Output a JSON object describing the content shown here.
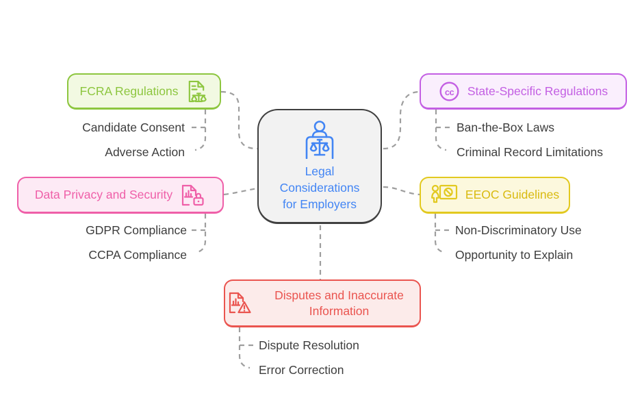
{
  "diagram": {
    "background": "#ffffff",
    "connector_color": "#9e9e9e",
    "leaf_text_color": "#3d3d3d",
    "center": {
      "title": "Legal Considerations for Employers",
      "icon": "person-scales-icon",
      "text_color": "#4285f4",
      "fill": "#f2f2f2",
      "border_color": "#404040"
    },
    "branches": [
      {
        "label": "FCRA Regulations",
        "icon": "document-scales-icon",
        "color": "#8dc63f",
        "text_color": "#8dc63f",
        "fill": "#f2f9e2",
        "children": [
          "Candidate Consent",
          "Adverse Action"
        ]
      },
      {
        "label": "State-Specific Regulations",
        "icon": "cc-circle-icon",
        "color": "#c35fe3",
        "text_color": "#c35fe3",
        "fill": "#faeffd",
        "children": [
          "Ban-the-Box Laws",
          "Criminal Record Limitations"
        ]
      },
      {
        "label": "Data Privacy and Security",
        "icon": "chart-lock-icon",
        "color": "#ef5fa8",
        "text_color": "#ef5fa8",
        "fill": "#fdeaf5",
        "children": [
          "GDPR Compliance",
          "CCPA Compliance"
        ]
      },
      {
        "label": "EEOC Guidelines",
        "icon": "presenter-board-icon",
        "color": "#e2c91f",
        "text_color": "#d9ba10",
        "fill": "#fcf8dd",
        "children": [
          "Non-Discriminatory Use",
          "Opportunity to Explain"
        ]
      },
      {
        "label": "Disputes and Inaccurate Information",
        "icon": "chart-warning-icon",
        "color": "#ea544f",
        "text_color": "#ea544f",
        "fill": "#fcebea",
        "children": [
          "Dispute Resolution",
          "Error Correction"
        ]
      }
    ]
  }
}
